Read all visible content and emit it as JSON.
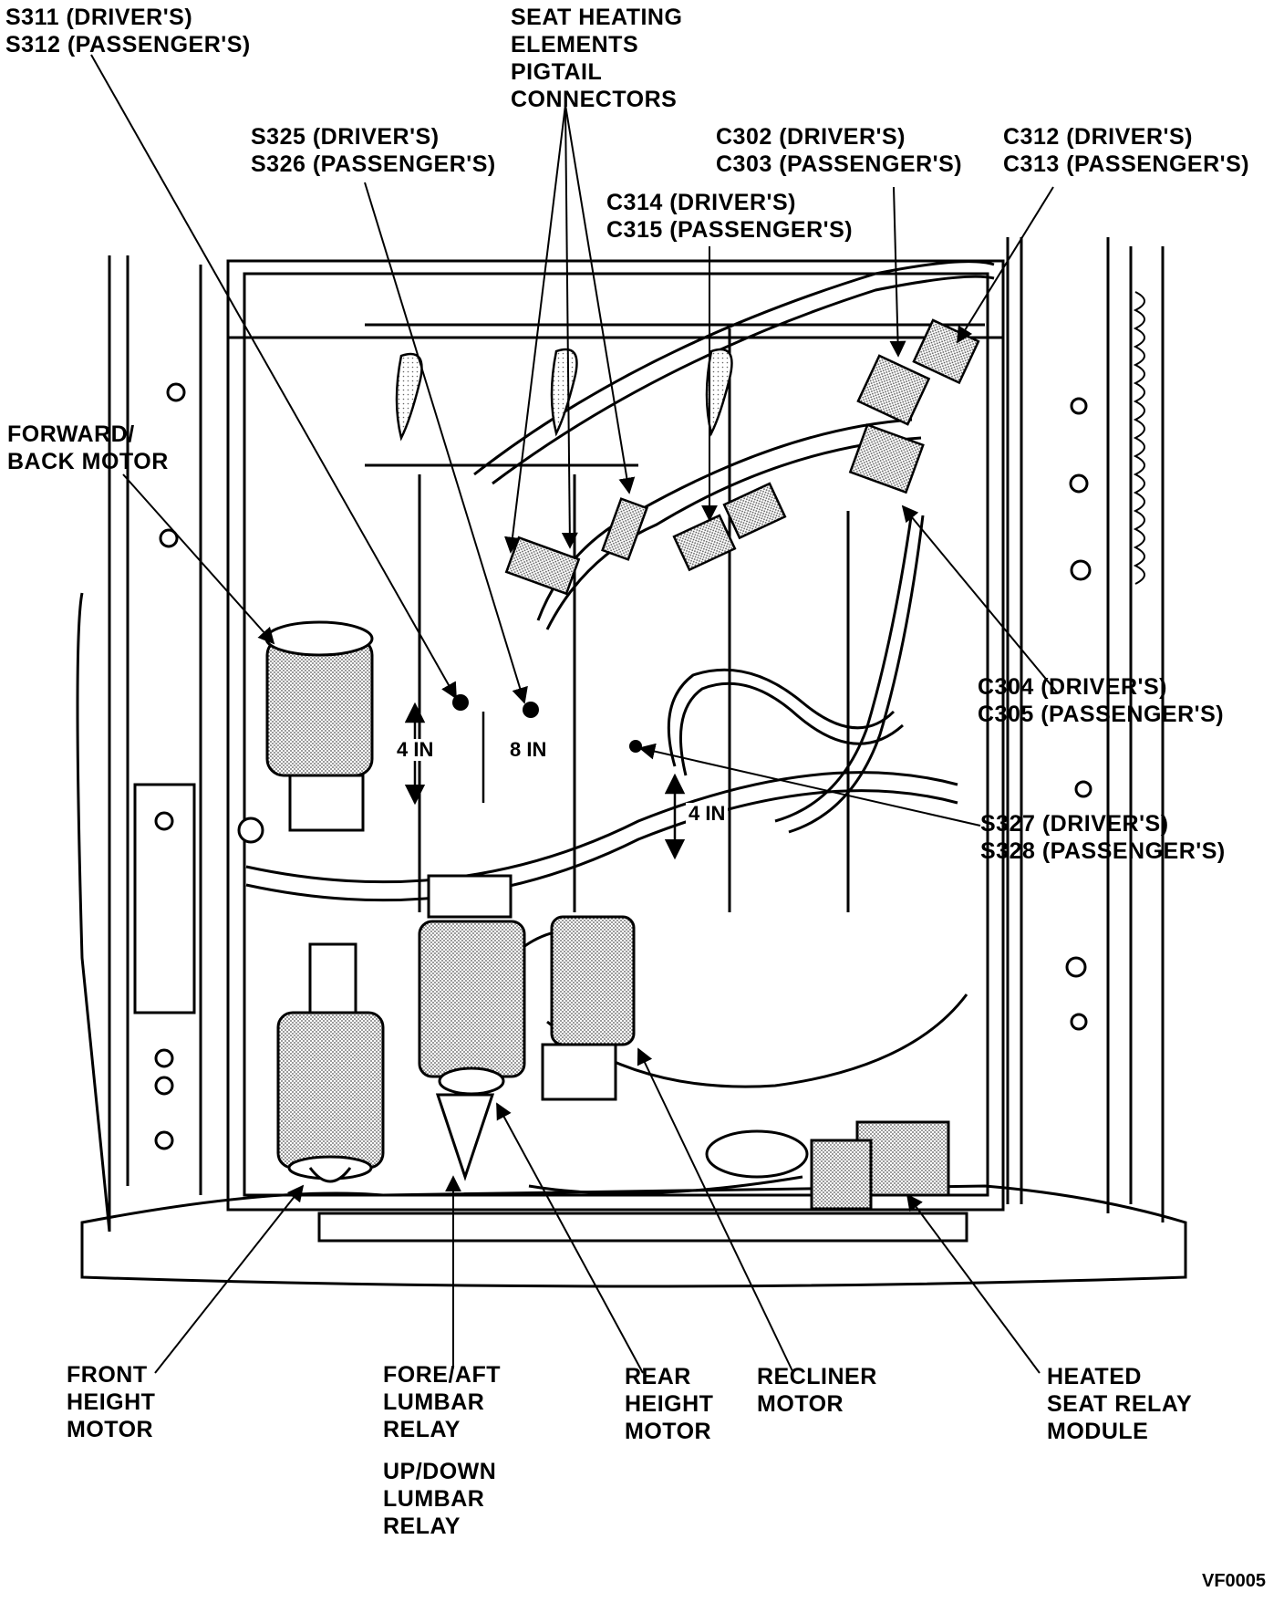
{
  "callouts": [
    {
      "id": "s311",
      "lines": [
        "S311 (DRIVER'S)",
        "S312 (PASSENGER'S)"
      ]
    },
    {
      "id": "seat-heating",
      "lines": [
        "SEAT HEATING",
        "ELEMENTS",
        "PIGTAIL",
        "CONNECTORS"
      ]
    },
    {
      "id": "s325",
      "lines": [
        "S325 (DRIVER'S)",
        "S326 (PASSENGER'S)"
      ]
    },
    {
      "id": "c302",
      "lines": [
        "C302 (DRIVER'S)",
        "C303 (PASSENGER'S)"
      ]
    },
    {
      "id": "c312",
      "lines": [
        "C312 (DRIVER'S)",
        "C313 (PASSENGER'S)"
      ]
    },
    {
      "id": "c314",
      "lines": [
        "C314 (DRIVER'S)",
        "C315 (PASSENGER'S)"
      ]
    },
    {
      "id": "forward-back",
      "lines": [
        "FORWARD/",
        "BACK MOTOR"
      ]
    },
    {
      "id": "c304",
      "lines": [
        "C304 (DRIVER'S)",
        "C305 (PASSENGER'S)"
      ]
    },
    {
      "id": "s327",
      "lines": [
        "S327 (DRIVER'S)",
        "S328 (PASSENGER'S)"
      ]
    },
    {
      "id": "front-height",
      "lines": [
        "FRONT",
        "HEIGHT",
        "MOTOR"
      ]
    },
    {
      "id": "lumbar-relay",
      "lines": [
        "FORE/AFT",
        "LUMBAR",
        "RELAY"
      ]
    },
    {
      "id": "updown-relay",
      "lines": [
        "UP/DOWN",
        "LUMBAR",
        "RELAY"
      ]
    },
    {
      "id": "rear-height",
      "lines": [
        "REAR",
        "HEIGHT",
        "MOTOR"
      ]
    },
    {
      "id": "recliner",
      "lines": [
        "RECLINER",
        "MOTOR"
      ]
    },
    {
      "id": "heated-relay",
      "lines": [
        "HEATED",
        "SEAT RELAY",
        "MODULE"
      ]
    }
  ],
  "dimensions": {
    "left_4in": "4 IN",
    "mid_8in": "8 IN",
    "right_4in": "4 IN"
  },
  "figure_code": "VF0005"
}
